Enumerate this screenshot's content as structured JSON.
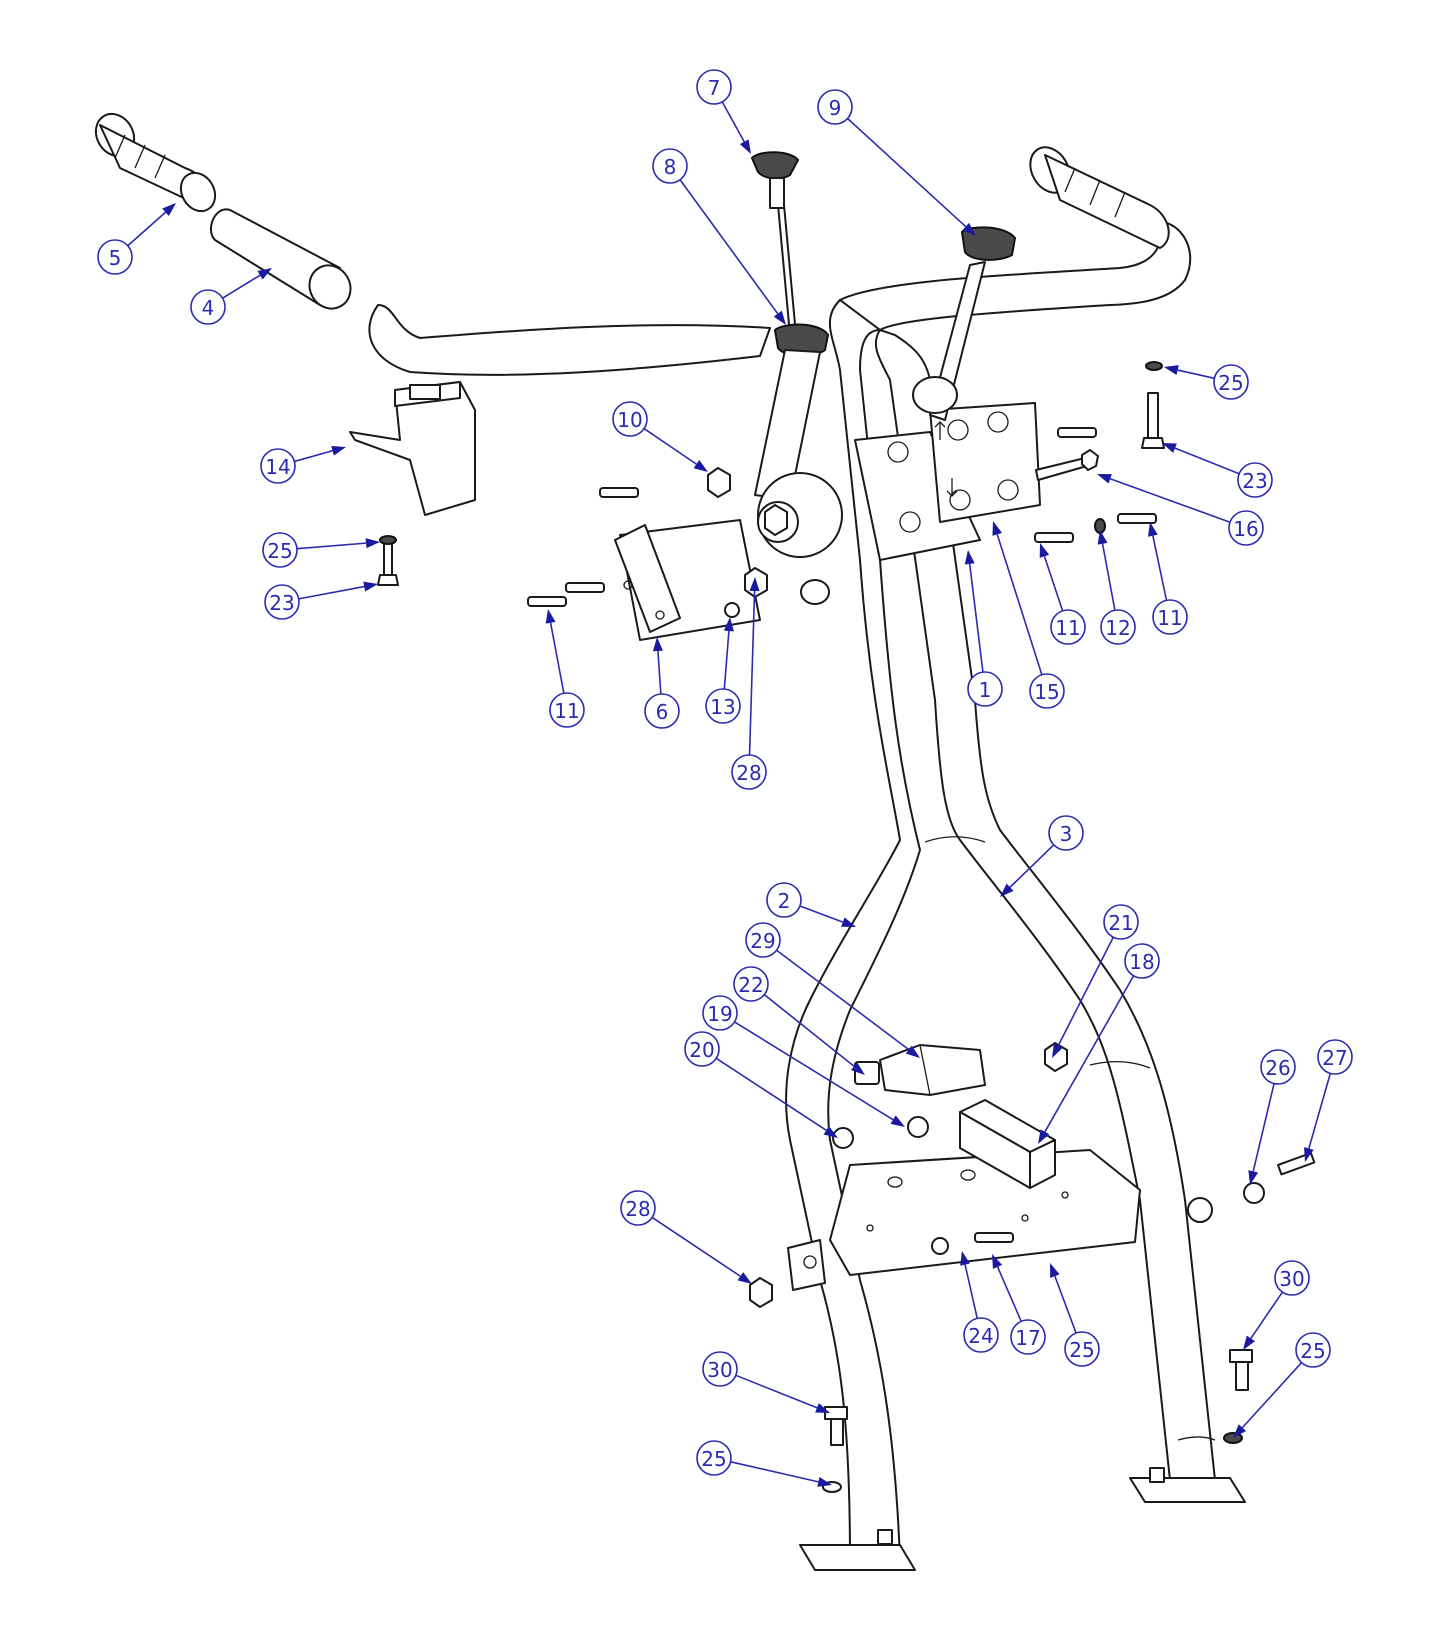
{
  "drawing": {
    "colors": {
      "balloon": "#2b2bb0",
      "arrow": "#1a1aa0",
      "linework": "#1a1a1a"
    },
    "balloons": [
      {
        "label": "7"
      },
      {
        "label": "9"
      },
      {
        "label": "8"
      },
      {
        "label": "5"
      },
      {
        "label": "4"
      },
      {
        "label": "25"
      },
      {
        "label": "14"
      },
      {
        "label": "10"
      },
      {
        "label": "23"
      },
      {
        "label": "16"
      },
      {
        "label": "25"
      },
      {
        "label": "23"
      },
      {
        "label": "11"
      },
      {
        "label": "12"
      },
      {
        "label": "11"
      },
      {
        "label": "1"
      },
      {
        "label": "15"
      },
      {
        "label": "11"
      },
      {
        "label": "6"
      },
      {
        "label": "13"
      },
      {
        "label": "28"
      },
      {
        "label": "3"
      },
      {
        "label": "2"
      },
      {
        "label": "21"
      },
      {
        "label": "29"
      },
      {
        "label": "18"
      },
      {
        "label": "22"
      },
      {
        "label": "19"
      },
      {
        "label": "20"
      },
      {
        "label": "26"
      },
      {
        "label": "27"
      },
      {
        "label": "28"
      },
      {
        "label": "30"
      },
      {
        "label": "25"
      },
      {
        "label": "24"
      },
      {
        "label": "17"
      },
      {
        "label": "25"
      },
      {
        "label": "30"
      },
      {
        "label": "25"
      }
    ]
  }
}
